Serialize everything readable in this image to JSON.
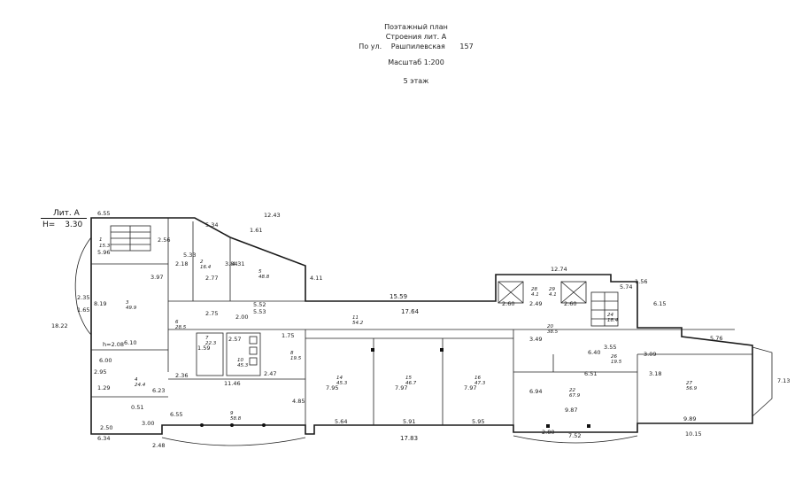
{
  "header": {
    "line1": "Поэтажный план",
    "line2": "Строения лит.  А",
    "line3_prefix": "По ул.",
    "line3_street": "Рашпилевская",
    "line3_number": "157",
    "scale": "Масштаб 1:200",
    "floor": "5 этаж"
  },
  "legend": {
    "lit_label": "Лит. А",
    "height_label": "H=",
    "height_value": "3.30"
  },
  "dimensions": {
    "d1": "6.55",
    "d2": "5.34",
    "d3": "12.43",
    "d4": "12.74",
    "d5": "15.59",
    "d6": "17.64",
    "d7": "17.83",
    "d8": "11.46",
    "d9": "5.76",
    "d10": "9.89",
    "d11": "10.15",
    "d12": "9.87",
    "d13": "6.94",
    "d14": "6.51",
    "d15": "6.40",
    "d16": "6.10",
    "d17": "6.00",
    "d18": "6.34",
    "d19": "6.23",
    "d20": "6.55",
    "d21": "7.95",
    "d22": "7.97",
    "d23": "7.97",
    "d24": "5.64",
    "d25": "5.91",
    "d26": "5.95",
    "d27": "2.77",
    "d28": "2.75",
    "d29": "2.00",
    "d30": "5.52",
    "d31": "5.53",
    "d32": "2.57",
    "d33": "2.47",
    "d34": "1.75",
    "d35": "3.49",
    "d36": "3.55",
    "d37": "2.60",
    "d38": "2.49",
    "d39": "2.60",
    "d40": "3.18",
    "d41": "3.09",
    "d42": "2.50",
    "d43": "3.00",
    "d44": "8.19",
    "d45": "2.35",
    "d46": "1.65",
    "d47": "4.11",
    "d48": "2.18",
    "d49": "5.33",
    "d50": "3.97",
    "d51": "4.31",
    "d52": "3.84",
    "d53": "4.85",
    "d54": "2.48",
    "d55": "5.96",
    "d56": "2.56",
    "d57": "1.61",
    "d58": "5.74",
    "d59": "6.15",
    "d60": "1.56",
    "d61": "7.13",
    "d62": "2.80",
    "d63": "7.52",
    "d64": "18.22",
    "d65": "2.95",
    "d66": "2.36",
    "d67": "1.59",
    "d68": "1.29",
    "d69": "0.51",
    "d70": "h=2.08"
  },
  "rooms": [
    {
      "num": "1",
      "area": "15.3"
    },
    {
      "num": "2",
      "area": "16.4"
    },
    {
      "num": "3",
      "area": "49.9"
    },
    {
      "num": "4",
      "area": "24.4"
    },
    {
      "num": "5",
      "area": "48.8"
    },
    {
      "num": "6",
      "area": "28.5"
    },
    {
      "num": "7",
      "area": "22.3"
    },
    {
      "num": "8",
      "area": "19.5"
    },
    {
      "num": "9",
      "area": "58.8"
    },
    {
      "num": "10",
      "area": "45.3"
    },
    {
      "num": "11",
      "area": "54.2"
    },
    {
      "num": "14",
      "area": "45.3"
    },
    {
      "num": "15",
      "area": "46.7"
    },
    {
      "num": "16",
      "area": "47.3"
    },
    {
      "num": "20",
      "area": "38.5"
    },
    {
      "num": "22",
      "area": "67.9"
    },
    {
      "num": "24",
      "area": "18.4"
    },
    {
      "num": "26",
      "area": "19.5"
    },
    {
      "num": "27",
      "area": "56.9"
    },
    {
      "num": "28",
      "area": "4.1"
    },
    {
      "num": "29",
      "area": "4.1"
    }
  ]
}
